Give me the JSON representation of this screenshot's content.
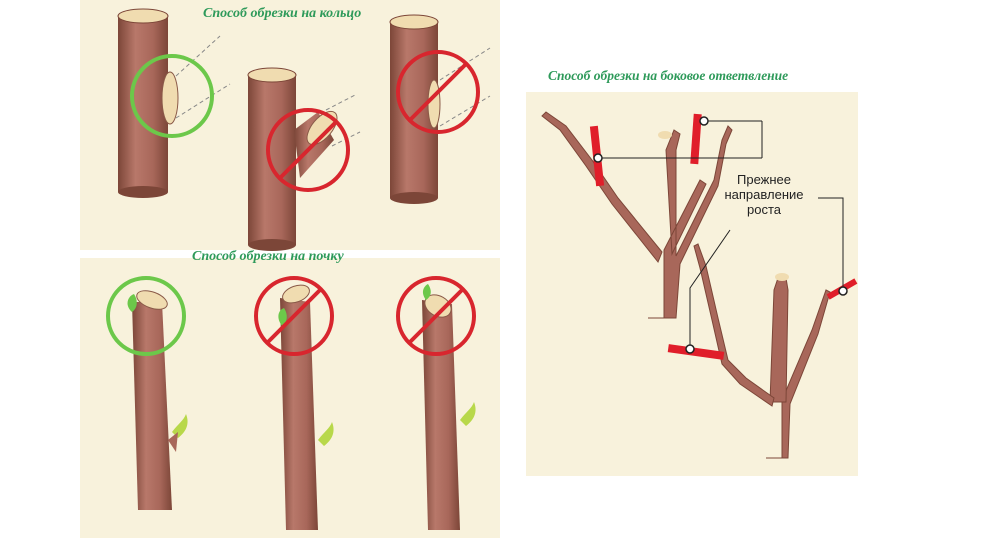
{
  "titles": {
    "ring": "Способ обрезки на кольцо",
    "bud": "Способ обрезки на почку",
    "branch": "Способ обрезки на боковое ответвление"
  },
  "branch_label": {
    "line1": "Прежнее",
    "line2": "направление",
    "line3": "роста"
  },
  "colors": {
    "title_green": "#2e9a5a",
    "bark": "#a8675a",
    "bark_dark": "#7c4638",
    "cut": "#f0dcb0",
    "correct": "#6cc84a",
    "wrong": "#d8262e",
    "panel": "#f8f2dc"
  }
}
